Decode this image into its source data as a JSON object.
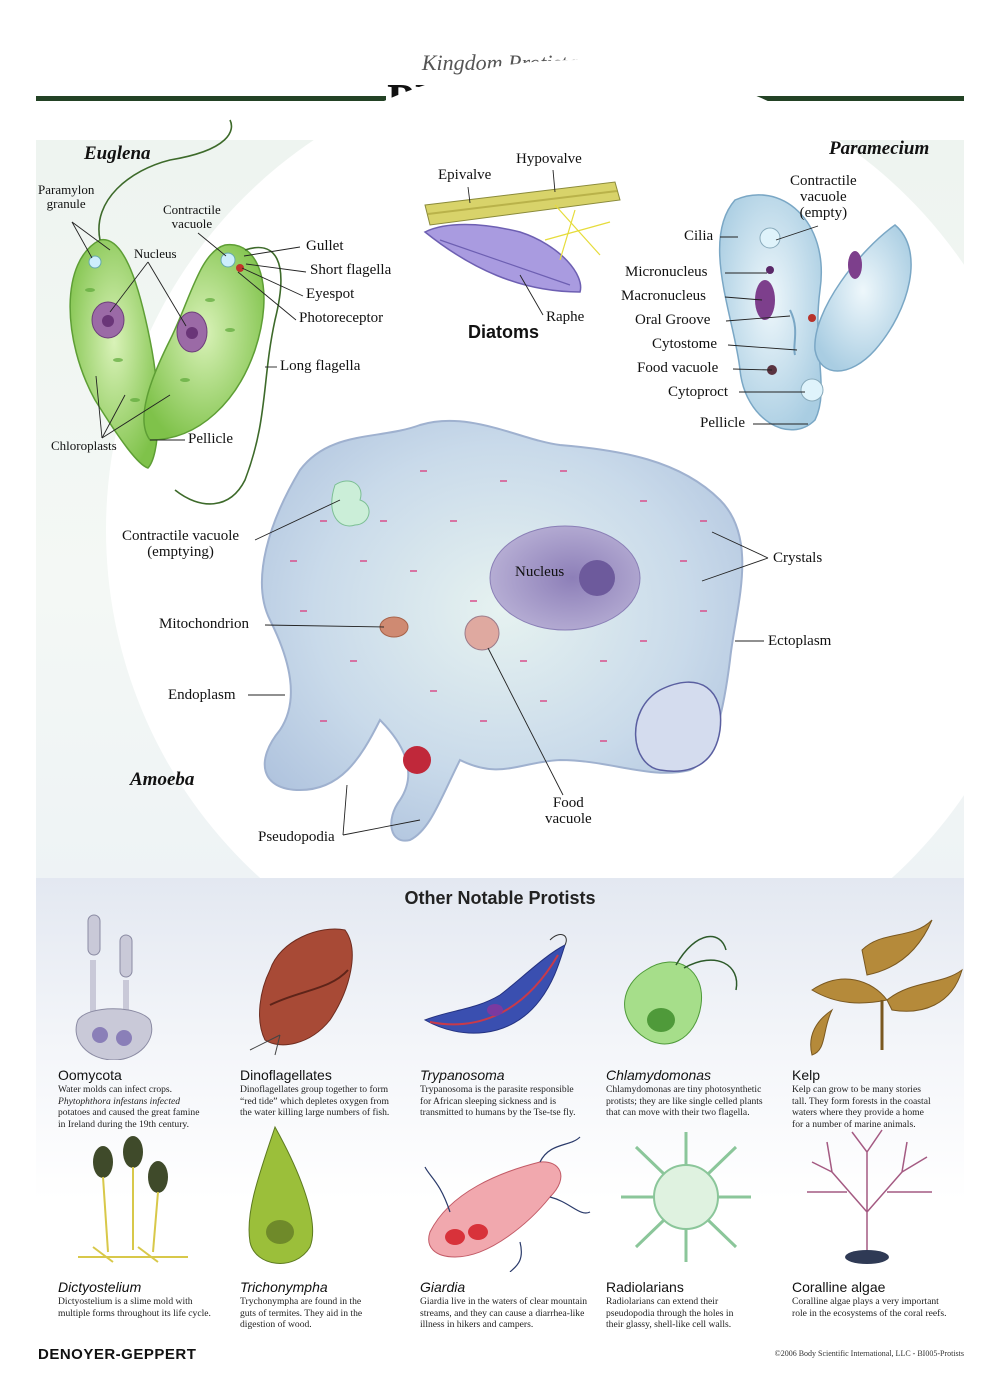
{
  "header": {
    "subtitle": "Kingdom Protista",
    "title": "PROTISTS"
  },
  "euglena": {
    "name": "Euglena",
    "labels": {
      "paramylon": [
        "Paramylon",
        "granule"
      ],
      "contractile_vacuole": [
        "Contractile",
        "vacuole"
      ],
      "nucleus": "Nucleus",
      "gullet": "Gullet",
      "short_flagella": "Short flagella",
      "eyespot": "Eyespot",
      "photoreceptor": "Photoreceptor",
      "long_flagella": "Long flagella",
      "chloroplasts": "Chloroplasts",
      "pellicle": "Pellicle"
    }
  },
  "diatoms": {
    "name": "Diatoms",
    "labels": {
      "epivalve": "Epivalve",
      "hypovalve": "Hypovalve",
      "raphe": "Raphe"
    }
  },
  "paramecium": {
    "name": "Paramecium",
    "labels": {
      "contractile_vacuole": [
        "Contractile",
        "vacuole",
        "(empty)"
      ],
      "cilia": "Cilia",
      "micronucleus": "Micronucleus",
      "macronucleus": "Macronucleus",
      "oral_groove": "Oral Groove",
      "cytostome": "Cytostome",
      "food_vacuole": "Food vacuole",
      "cytoproct": "Cytoproct",
      "pellicle": "Pellicle"
    }
  },
  "amoeba": {
    "name": "Amoeba",
    "labels": {
      "contractile_vacuole": [
        "Contractile vacuole",
        "(emptying)"
      ],
      "nucleus": "Nucleus",
      "crystals": "Crystals",
      "mitochondrion": "Mitochondrion",
      "ectoplasm": "Ectoplasm",
      "endoplasm": "Endoplasm",
      "pseudopodia": "Pseudopodia",
      "food_vacuole": [
        "Food",
        "vacuole"
      ]
    }
  },
  "other": {
    "title": "Other Notable Protists",
    "items": [
      {
        "name": "Oomycota",
        "italic": false,
        "desc": [
          "Water molds can infect crops.",
          "Phytophthora infestans infected",
          "potatoes and caused the great famine",
          "in Ireland during the 19th century."
        ]
      },
      {
        "name": "Dinoflagellates",
        "italic": false,
        "desc": [
          "Dinoflagellates group together to form",
          "“red tide” which depletes oxygen from",
          "the water killing large numbers of fish."
        ]
      },
      {
        "name": "Trypanosoma",
        "italic": true,
        "desc": [
          "Trypanosoma is the parasite responsible",
          "for African sleeping sickness and is",
          "transmitted to humans by the Tse-tse fly."
        ]
      },
      {
        "name": "Chlamydomonas",
        "italic": true,
        "desc": [
          "Chlamydomonas are tiny photosynthetic",
          "protists; they are like single celled plants",
          "that can move with their two flagella."
        ]
      },
      {
        "name": "Kelp",
        "italic": false,
        "desc": [
          "Kelp can grow to be many stories",
          "tall.  They form forests in the coastal",
          "waters where they provide a home",
          "for a number of marine animals."
        ]
      },
      {
        "name": "Dictyostelium",
        "italic": true,
        "desc": [
          "Dictyostelium is a slime mold with",
          "multiple forms throughout its life cycle."
        ]
      },
      {
        "name": "Trichonympha",
        "italic": true,
        "desc": [
          "Trychonympha are found in the",
          "guts of termites.  They aid in the",
          "digestion of wood."
        ]
      },
      {
        "name": "Giardia",
        "italic": true,
        "desc": [
          "Giardia live in the waters of clear mountain",
          "streams, and they can cause a diarrhea-like",
          "illness in hikers and campers."
        ]
      },
      {
        "name": "Radiolarians",
        "italic": false,
        "desc": [
          "Radiolarians can extend their",
          "pseudopodia through the holes in",
          "their glassy, shell-like cell walls."
        ]
      },
      {
        "name": "Coralline algae",
        "italic": false,
        "desc": [
          "Coralline algae plays a very important",
          "role in the ecosystems of the coral reefs."
        ]
      }
    ]
  },
  "footer": {
    "logo": "DENOYER-GEPPERT",
    "copyright": "©2006 Body Scientific International, LLC - BI005-Protists"
  }
}
